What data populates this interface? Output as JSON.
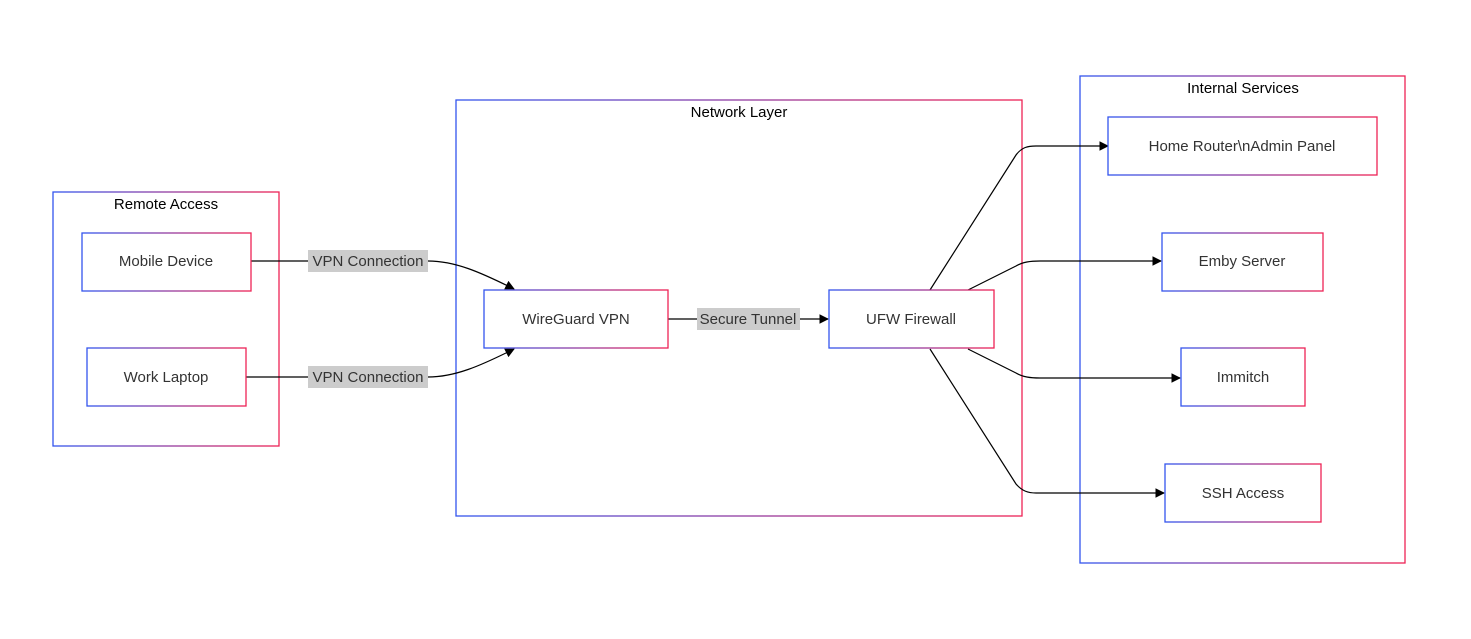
{
  "colors": {
    "border_start": "#3355ee",
    "border_end": "#ee2255",
    "edge": "#000000",
    "edge_label_bg": "#cccccc",
    "node_fill": "#ffffff"
  },
  "clusters": {
    "remote_access": "Remote Access",
    "network_layer": "Network Layer",
    "internal_services": "Internal Services"
  },
  "nodes": {
    "mobile_device": "Mobile Device",
    "work_laptop": "Work Laptop",
    "wireguard": "WireGuard VPN",
    "ufw": "UFW Firewall",
    "router": "Home Router\\nAdmin Panel",
    "emby": "Emby Server",
    "immitch": "Immitch",
    "ssh": "SSH Access"
  },
  "edge_labels": {
    "mobile_vpn": "VPN Connection",
    "laptop_vpn": "VPN Connection",
    "tunnel": "Secure Tunnel"
  },
  "edges": [
    {
      "from": "mobile_device",
      "to": "wireguard",
      "label": "VPN Connection"
    },
    {
      "from": "work_laptop",
      "to": "wireguard",
      "label": "VPN Connection"
    },
    {
      "from": "wireguard",
      "to": "ufw",
      "label": "Secure Tunnel"
    },
    {
      "from": "ufw",
      "to": "router",
      "label": ""
    },
    {
      "from": "ufw",
      "to": "emby",
      "label": ""
    },
    {
      "from": "ufw",
      "to": "immitch",
      "label": ""
    },
    {
      "from": "ufw",
      "to": "ssh",
      "label": ""
    }
  ]
}
